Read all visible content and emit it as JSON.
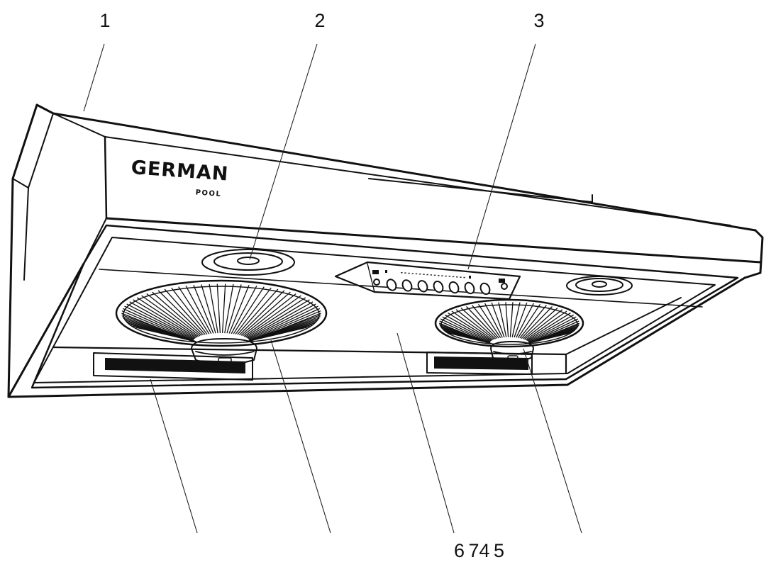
{
  "brand": {
    "name": "GERMAN",
    "sub": "POOL"
  },
  "callouts_top": [
    "1",
    "2",
    "3"
  ],
  "callouts_bottom": "6 74 5",
  "colors": {
    "ink": "#111111",
    "background": "#ffffff"
  }
}
